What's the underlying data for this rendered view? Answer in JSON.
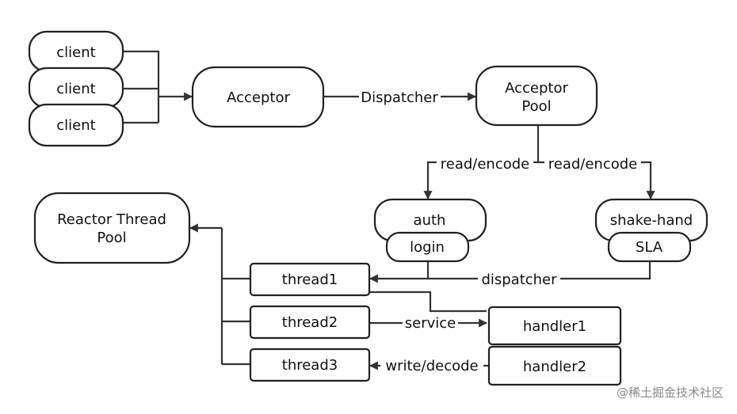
{
  "nodes": {
    "client_1": "client",
    "client_2": "client",
    "client_3": "client",
    "acceptor": "Acceptor",
    "acceptor_pool_line1": "Acceptor",
    "acceptor_pool_line2": "Pool",
    "auth": "auth",
    "login": "login",
    "shake_hand": "shake-hand",
    "sla": "SLA",
    "reactor_pool_line1": "Reactor Thread",
    "reactor_pool_line2": "Pool",
    "thread1": "thread1",
    "thread2": "thread2",
    "thread3": "thread3",
    "handler1": "handler1",
    "handler2": "handler2"
  },
  "edges": {
    "dispatcher_upper": "Dispatcher",
    "read_encode_left": "read/encode",
    "read_encode_right": "read/encode",
    "dispatcher_lower": "dispatcher",
    "service": "service",
    "write_decode": "write/decode"
  },
  "watermark": "@稀土掘金技术社区",
  "colors": {
    "stroke": "#222222",
    "text": "#111111",
    "watermark": "#8a8a8a"
  }
}
